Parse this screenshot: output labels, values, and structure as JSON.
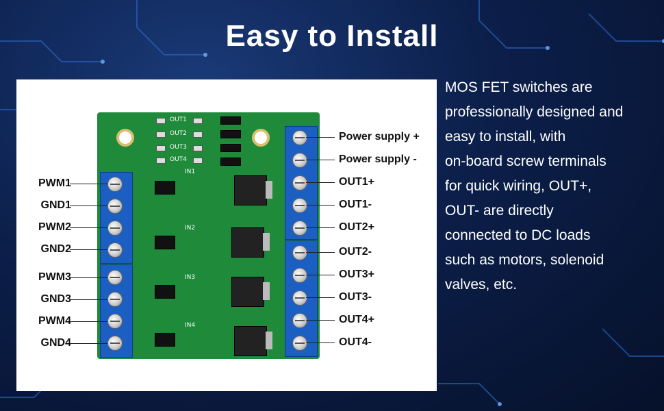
{
  "title": "Easy to Install",
  "description_lines": [
    "MOS FET switches are",
    "professionally designed and",
    "easy to install, with",
    "on-board screw terminals",
    "for quick wiring, OUT+,",
    "OUT- are directly",
    "connected to DC loads",
    "such as motors, solenoid",
    "valves, etc."
  ],
  "left_labels": [
    "PWM1",
    "GND1",
    "PWM2",
    "GND2",
    "PWM3",
    "GND3",
    "PWM4",
    "GND4"
  ],
  "right_labels": [
    "Power supply +",
    "Power supply -",
    "OUT1+",
    "OUT1-",
    "OUT2+",
    "OUT2-",
    "OUT3+",
    "OUT3-",
    "OUT4+",
    "OUT4-"
  ],
  "silkscreen": {
    "leds": [
      "OUT1",
      "OUT2",
      "OUT3",
      "OUT4"
    ],
    "inputs": [
      "IN1",
      "IN2",
      "IN3",
      "IN4"
    ]
  },
  "colors": {
    "board": "#1e8a3a",
    "terminal": "#1c5fc2",
    "background": "#0c1f4a"
  }
}
